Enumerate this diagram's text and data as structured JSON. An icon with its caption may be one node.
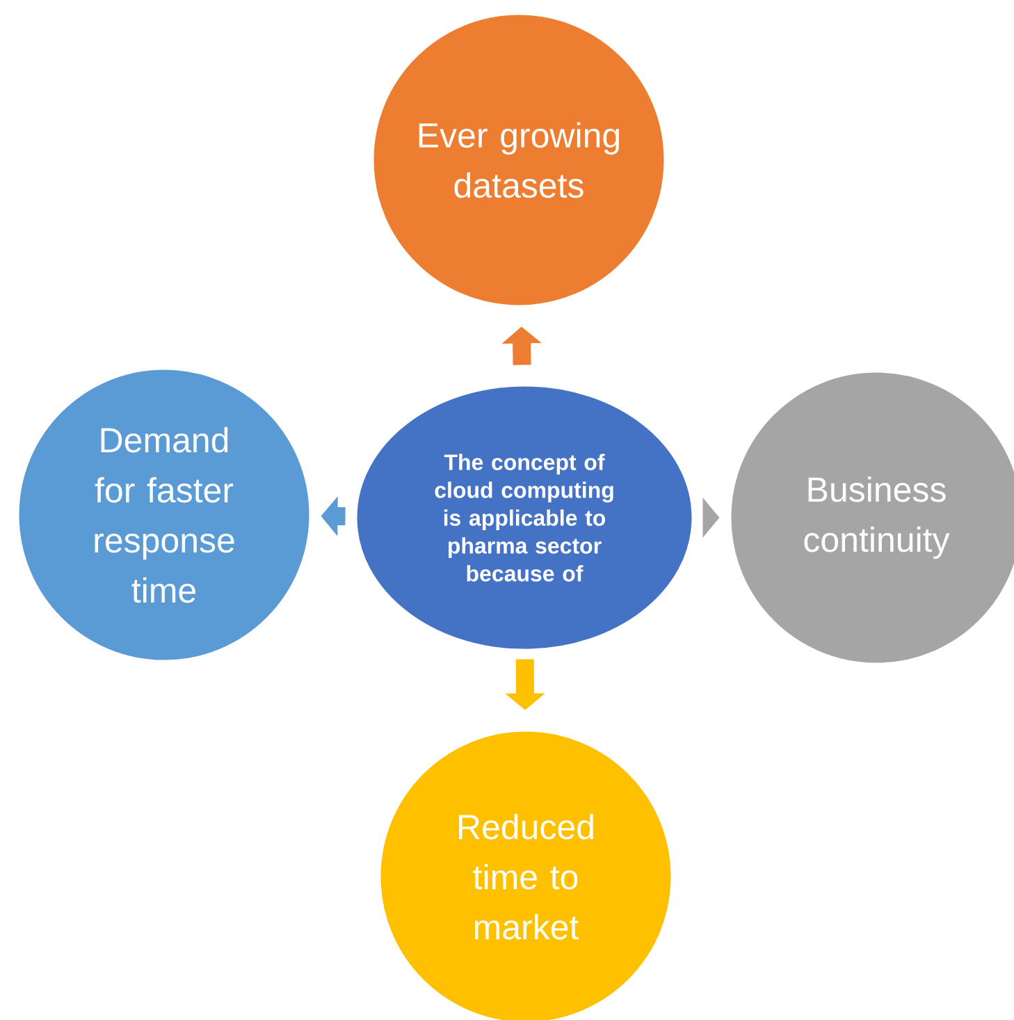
{
  "diagram": {
    "nodes": [
      {
        "text": [
          "The concept of cloud computing is applicable to pharma sector because of"
        ]
      },
      {
        "text": [
          "Ever growing datasets"
        ]
      },
      {
        "text": [
          "Demand for faster response time"
        ]
      },
      {
        "text": [
          "Business continuity"
        ]
      },
      {
        "text": [
          "Reduced time to market"
        ]
      }
    ],
    "edges": [
      {
        "from": 0,
        "to": 1,
        "arrow": "to",
        "color": "#ed7d31"
      },
      {
        "from": 0,
        "to": 2,
        "arrow": "to",
        "color": "#5b9bd5"
      },
      {
        "from": 0,
        "to": 3,
        "arrow": "to",
        "color": "#a5a5a5"
      },
      {
        "from": 0,
        "to": 4,
        "arrow": "to",
        "color": "#ffc000"
      }
    ]
  }
}
